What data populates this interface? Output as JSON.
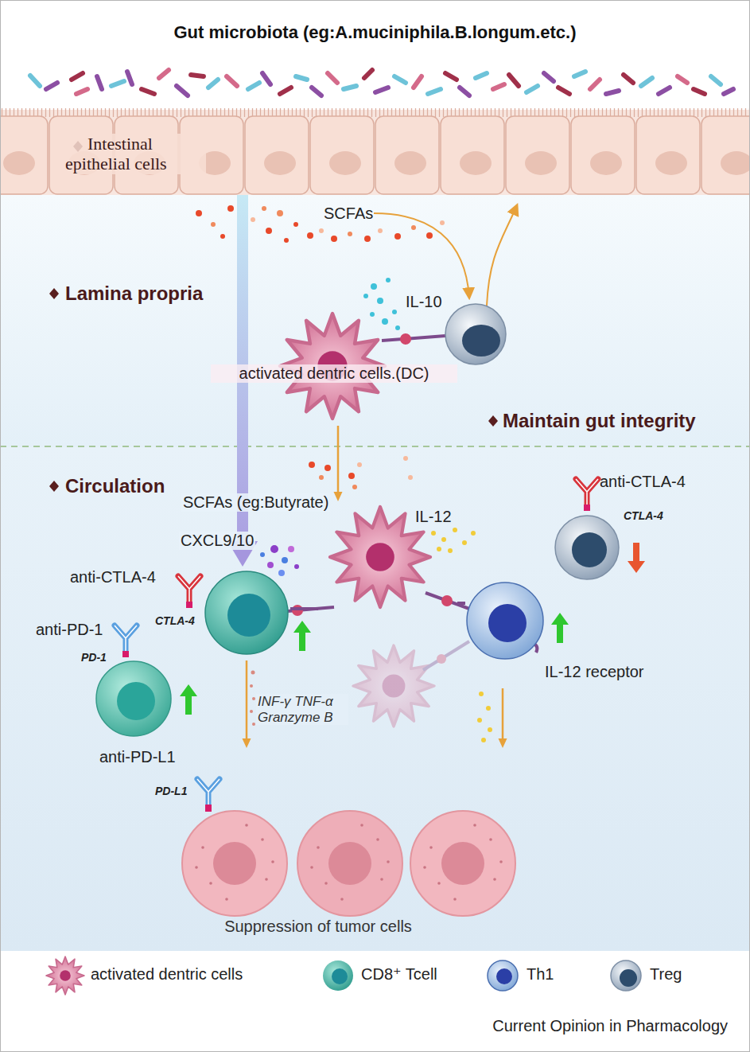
{
  "diagram": {
    "title": "Gut microbiota (eg:A.muciniphila.B.longum.etc.)",
    "nodes": [
      {
        "text": [
          "Intestinal epithelial cells"
        ]
      },
      {
        "text": [
          "Lamina propria",
          "Maintain gut integrity"
        ]
      },
      {
        "text": [
          "Circulation"
        ]
      },
      {
        "text": [
          "activated dentric cells.(DC)"
        ],
        "in": 1
      },
      {
        "text": [
          "IL-12"
        ],
        "in": 2
      },
      {
        "text": [
          "anti-CTLA-4",
          "CTLA-4"
        ],
        "in": 2
      },
      {
        "text": [
          "anti-PD-1",
          "PD-1"
        ],
        "in": 2
      },
      {
        "text": [
          "anti-CTLA-4",
          "CTLA-4"
        ],
        "in": 2
      },
      {
        "text": [
          "IL-12 receptor"
        ],
        "in": 2
      },
      {
        "text": [
          "anti-PD-L1",
          "PD-L1",
          "Suppression of tumor cells"
        ],
        "in": 2
      }
    ],
    "edges": [
      {
        "from": 0,
        "to": 5,
        "arrow": "to"
      },
      {
        "from": 3,
        "to": 4,
        "arrow": "to"
      },
      {
        "from": 5,
        "to": 9,
        "label": "INF-γ TNF-α Granzyme B",
        "arrow": "to"
      },
      {
        "from": 8,
        "to": 9,
        "arrow": "to"
      },
      {
        "from": 4,
        "to": 5,
        "arrow": "none"
      },
      {
        "from": 4,
        "to": 8,
        "arrow": "none"
      }
    ],
    "labels": [
      "SCFAs",
      "IL-10",
      "SCFAs (eg:Butyrate)",
      "CXCL9/10",
      "Current Opinion in Pharmacology"
    ],
    "legend": [
      {
        "text": "activated dentric cells"
      },
      {
        "text": "CD8⁺ Tcell"
      },
      {
        "text": "Th1"
      },
      {
        "text": "Treg"
      }
    ]
  }
}
